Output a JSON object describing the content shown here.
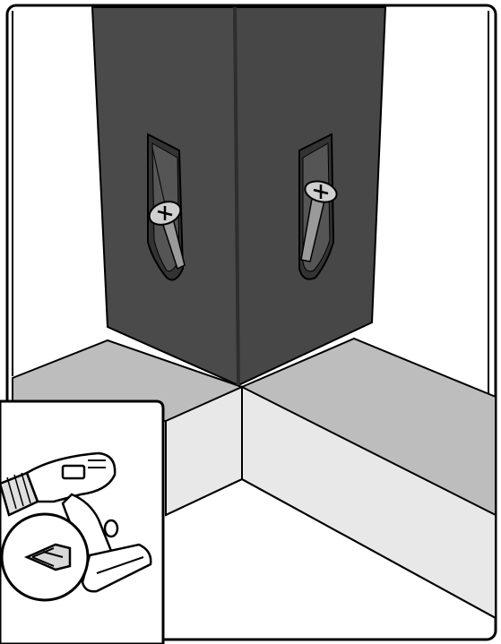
{
  "illustration": {
    "kind": "assembly-instruction",
    "subject": "corner-joint-pocket-hole-screws",
    "colors": {
      "panel_dark": "#4a4a4a",
      "panel_edge": "#2e2e2e",
      "floor_grey": "#bdbdbd",
      "floor_light": "#e8e8e8",
      "line": "#000000",
      "screw": "#9a9a9a",
      "background": "#ffffff"
    },
    "parts": {
      "left_panel": "left-panel",
      "right_panel": "right-panel",
      "screws": [
        "left-pocket-screw",
        "right-pocket-screw"
      ]
    },
    "inset": {
      "tool": "cordless-drill-icon",
      "bit": "phillips-bit-icon"
    }
  }
}
